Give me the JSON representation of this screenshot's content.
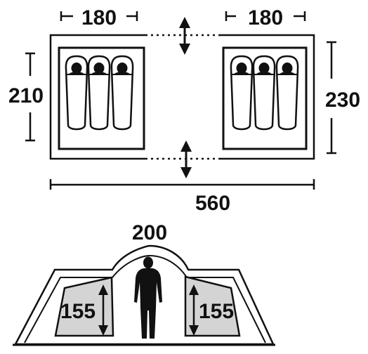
{
  "dimensions": {
    "left_room_width": "180",
    "right_room_width": "180",
    "left_room_depth": "210",
    "right_room_depth": "230",
    "total_length": "560",
    "center_height": "200",
    "left_side_height": "155",
    "right_side_height": "155"
  },
  "colors": {
    "line": "#111111",
    "fill_gray": "#d4d4d4",
    "background": "#ffffff"
  },
  "icons": {
    "sleeping_bag": "sleeping-bag-icon",
    "person": "person-silhouette-icon",
    "arrow": "double-arrow-icon"
  }
}
